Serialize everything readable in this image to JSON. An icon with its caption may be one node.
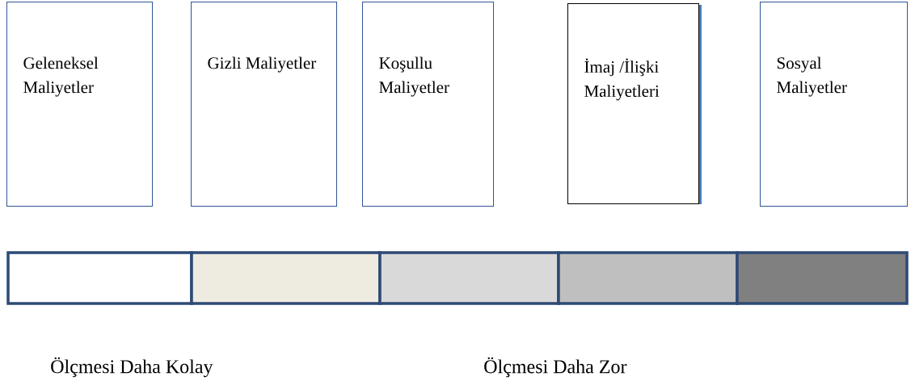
{
  "diagram": {
    "nodes": [
      {
        "text": [
          "Geleneksel Maliyetler"
        ]
      },
      {
        "text": [
          "Gizli Maliyetler"
        ]
      },
      {
        "text": [
          "Koşullu Maliyetler"
        ]
      },
      {
        "text": [
          "İmaj /İlişki Maliyetleri"
        ]
      },
      {
        "text": [
          "Sosyal Maliyetler"
        ]
      }
    ],
    "labels": [
      "Ölçmesi Daha Kolay",
      "Ölçmesi Daha Zor"
    ]
  }
}
